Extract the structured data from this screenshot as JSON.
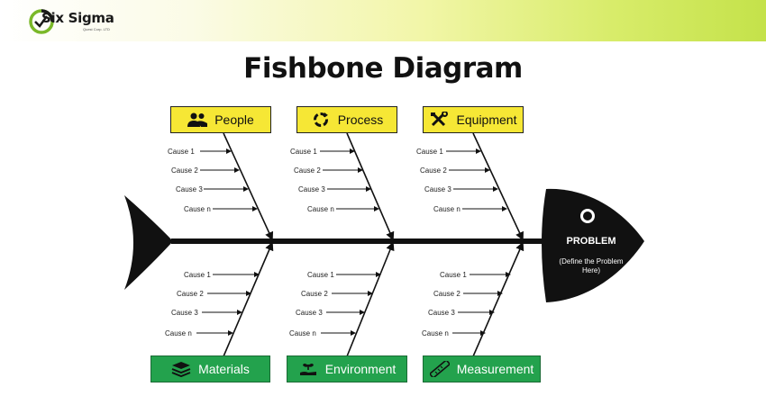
{
  "brand": {
    "name": "Six Sigma",
    "tagline": "Quest Corp. LTD"
  },
  "title": "Fishbone Diagram",
  "head": {
    "problem_label": "PROBLEM",
    "problem_hint": "(Define the Problem Here)"
  },
  "colors": {
    "top_category": "#f6e735",
    "bottom_category": "#23a24d",
    "fish": "#111111"
  },
  "categories": {
    "top": [
      {
        "label": "People",
        "icon": "people-icon",
        "causes": [
          "Cause 1",
          "Cause 2",
          "Cause 3",
          "Cause n"
        ]
      },
      {
        "label": "Process",
        "icon": "process-cycle-icon",
        "causes": [
          "Cause 1",
          "Cause 2",
          "Cause 3",
          "Cause n"
        ]
      },
      {
        "label": "Equipment",
        "icon": "tools-icon",
        "causes": [
          "Cause 1",
          "Cause 2",
          "Cause 3",
          "Cause n"
        ]
      }
    ],
    "bottom": [
      {
        "label": "Materials",
        "icon": "layers-icon",
        "causes": [
          "Cause 1",
          "Cause 2",
          "Cause 3",
          "Cause n"
        ]
      },
      {
        "label": "Environment",
        "icon": "plant-hand-icon",
        "causes": [
          "Cause 1",
          "Cause 2",
          "Cause 3",
          "Cause n"
        ]
      },
      {
        "label": "Measurement",
        "icon": "ruler-icon",
        "causes": [
          "Cause 1",
          "Cause 2",
          "Cause 3",
          "Cause n"
        ]
      }
    ]
  }
}
